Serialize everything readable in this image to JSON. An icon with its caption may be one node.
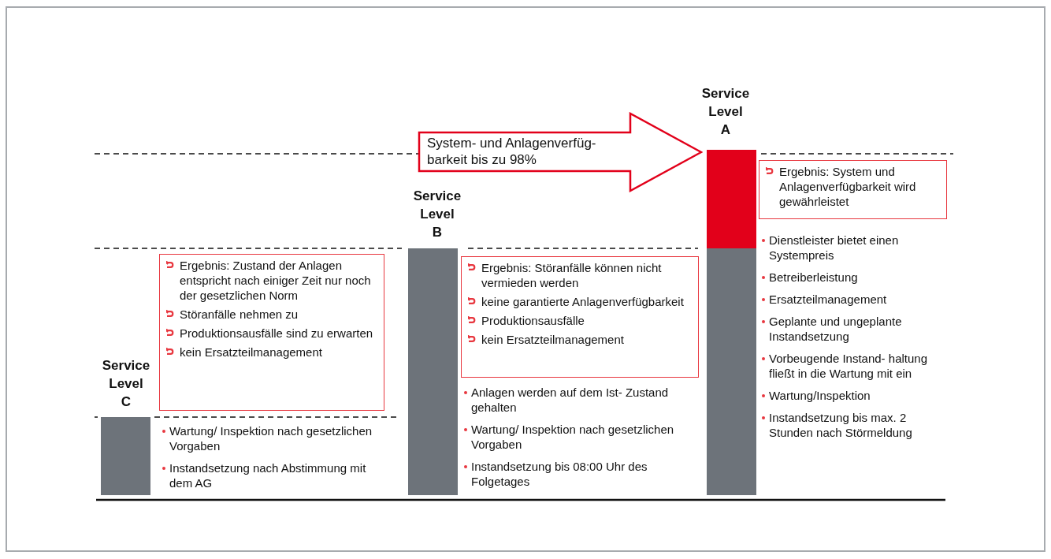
{
  "diagram": {
    "nodes": [
      {
        "text": [],
        "shape": "bar"
      },
      {
        "text": [
          "Ergebnis: Zustand der Anlagen entspricht nach einiger Zeit nur noch der gesetzlichen Norm",
          "Störanfälle nehmen zu",
          "Produktionsausfälle sind zu erwarten",
          "kein Ersatzteilmanagement"
        ]
      },
      {
        "text": [],
        "shape": "bar"
      },
      {
        "text": [
          "Ergebnis: Störanfälle können nicht vermieden werden",
          "keine garantierte Anlagenverfügbarkeit",
          "Produktionsausfälle",
          "kein Ersatzteilmanagement"
        ]
      },
      {
        "text": [
          "System- und Anlagenverfüg- barkeit bis zu 98%"
        ]
      },
      {
        "text": [],
        "shape": "bar"
      },
      {
        "text": [
          "Ergebnis: System und Anlagenverfügbarkeit wird gewährleistet"
        ]
      }
    ],
    "labels": [
      "Service Level A",
      "Service Level B",
      "Service Level C",
      "Wartung/ Inspektion nach gesetzlichen Vorgaben",
      "Instandsetzung nach Abstimmung mit dem AG",
      "Anlagen werden auf dem Ist- Zustand gehalten",
      "Wartung/ Inspektion nach gesetzlichen Vorgaben",
      "Instandsetzung bis 08:00 Uhr des Folgetages",
      "Dienstleister bietet einen Systempreis",
      "Betreiberleistung",
      "Ersatzteilmanagement",
      "Geplante und ungeplante Instandsetzung",
      "Vorbeugende Instand- haltung fließt in die Wartung mit ein",
      "Wartung/Inspektion",
      "Instandsetzung bis max. 2 Stunden nach Störmeldung"
    ]
  }
}
